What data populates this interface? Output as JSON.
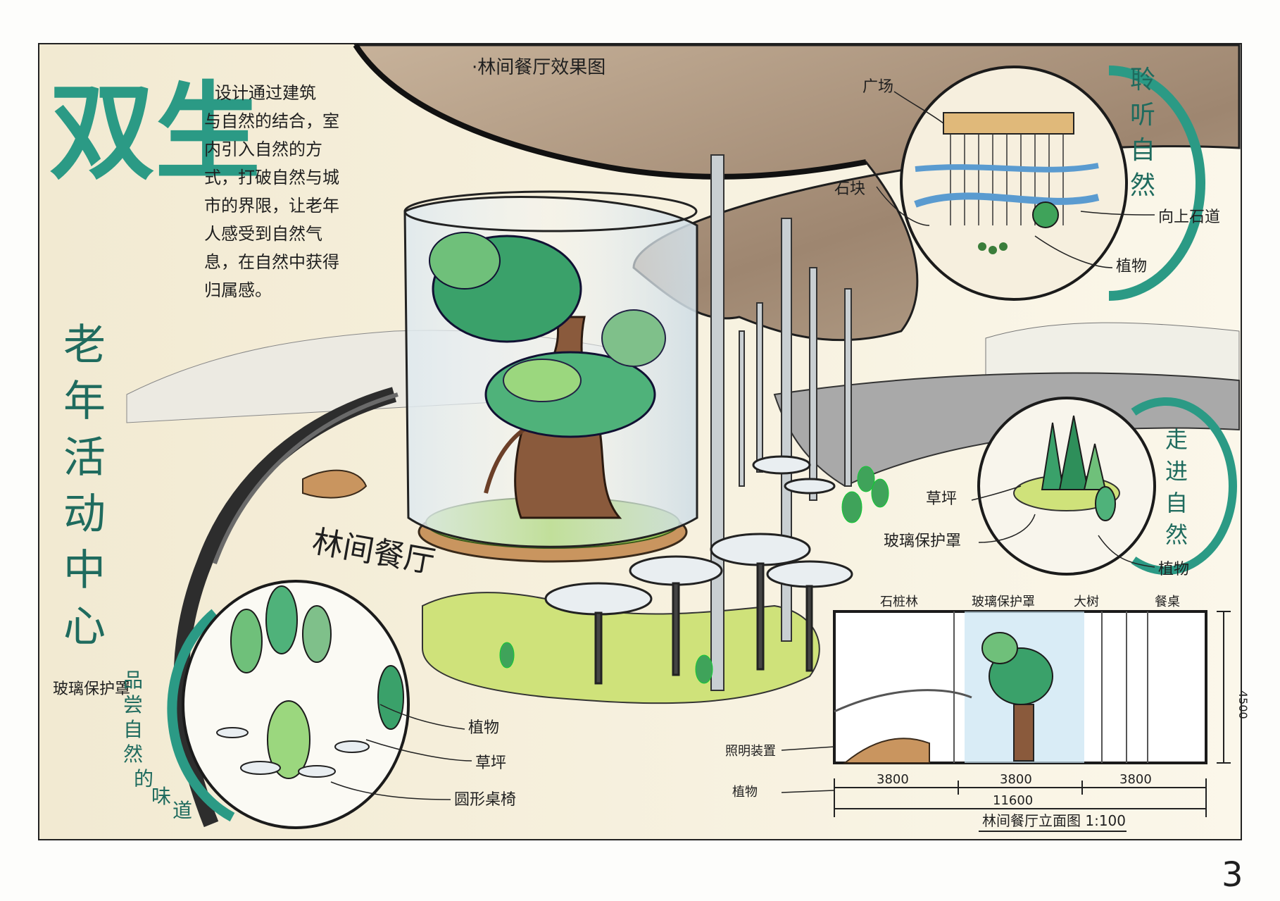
{
  "poster": {
    "title_main": "双生",
    "title_sub": [
      "老",
      "年",
      "活",
      "动",
      "中",
      "心"
    ],
    "description": [
      "设计通过建筑",
      "与自然的结合，室",
      "内引入自然的方",
      "式，打破自然与城",
      "市的界限，让老年",
      "人感受到自然气",
      "息，在自然中获得",
      "归属感。"
    ],
    "heading_view": "·林间餐厅效果图",
    "restaurant_label": "林间餐厅",
    "page_number": "3"
  },
  "top_vignette": {
    "side_text": [
      "聆",
      "听",
      "自",
      "然"
    ],
    "labels": {
      "plaza": "广场",
      "steps": "石块",
      "path": "向上石道",
      "plants": "植物"
    }
  },
  "mid_vignette": {
    "side_text": [
      "走",
      "进",
      "自",
      "然"
    ],
    "labels": {
      "lawn": "草坪",
      "glass": "玻璃保护罩",
      "plants": "植物"
    }
  },
  "left_vignette": {
    "side_text": [
      "品",
      "尝",
      "自",
      "然",
      "的",
      "味",
      "道"
    ],
    "labels": {
      "glass": "玻璃保护罩",
      "plants": "植物",
      "lawn": "草坪",
      "tables": "圆形桌椅"
    }
  },
  "elevation": {
    "labels": {
      "column": "石桩林",
      "glass": "玻璃保护罩",
      "tree": "大树",
      "table": "餐桌",
      "lights": "照明装置",
      "plants": "植物"
    },
    "height": "4500",
    "dims": [
      "3800",
      "3800",
      "3800"
    ],
    "total": "11600",
    "caption": "林间餐厅立面图 1:100"
  }
}
